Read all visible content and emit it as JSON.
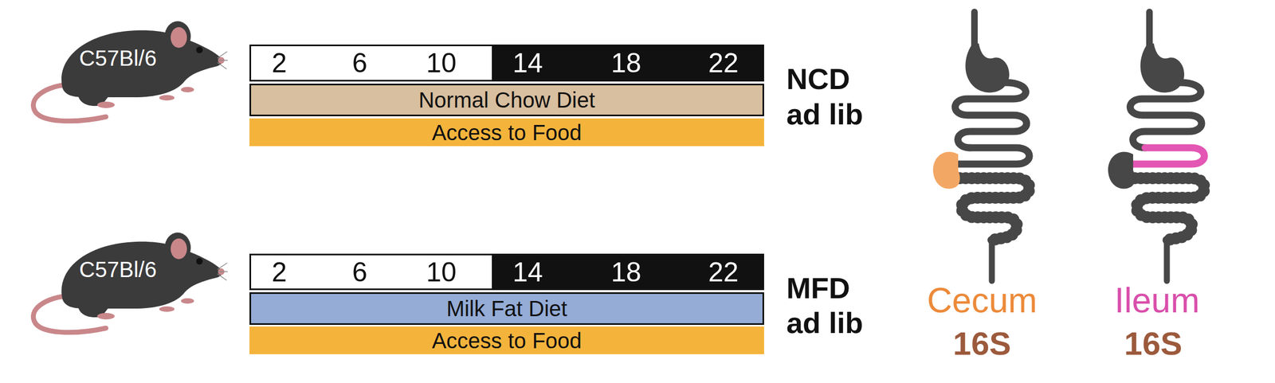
{
  "diagram": {
    "nodes": [
      {
        "text": [
          "C57Bl/6"
        ]
      },
      {
        "text": [
          "2",
          "6",
          "10",
          "14",
          "18",
          "22"
        ]
      },
      {
        "text": [
          "Normal Chow Diet"
        ]
      },
      {
        "text": [
          "Access to Food"
        ]
      },
      {
        "text": [
          "C57Bl/6"
        ]
      },
      {
        "text": [
          "2",
          "6",
          "10",
          "14",
          "18",
          "22"
        ]
      },
      {
        "text": [
          "Milk Fat Diet"
        ]
      },
      {
        "text": [
          "Access to Food"
        ]
      }
    ],
    "labels": [
      "NCD",
      "ad lib",
      "MFD",
      "ad lib",
      "Cecum",
      "16S",
      "Ileum",
      "16S"
    ]
  }
}
